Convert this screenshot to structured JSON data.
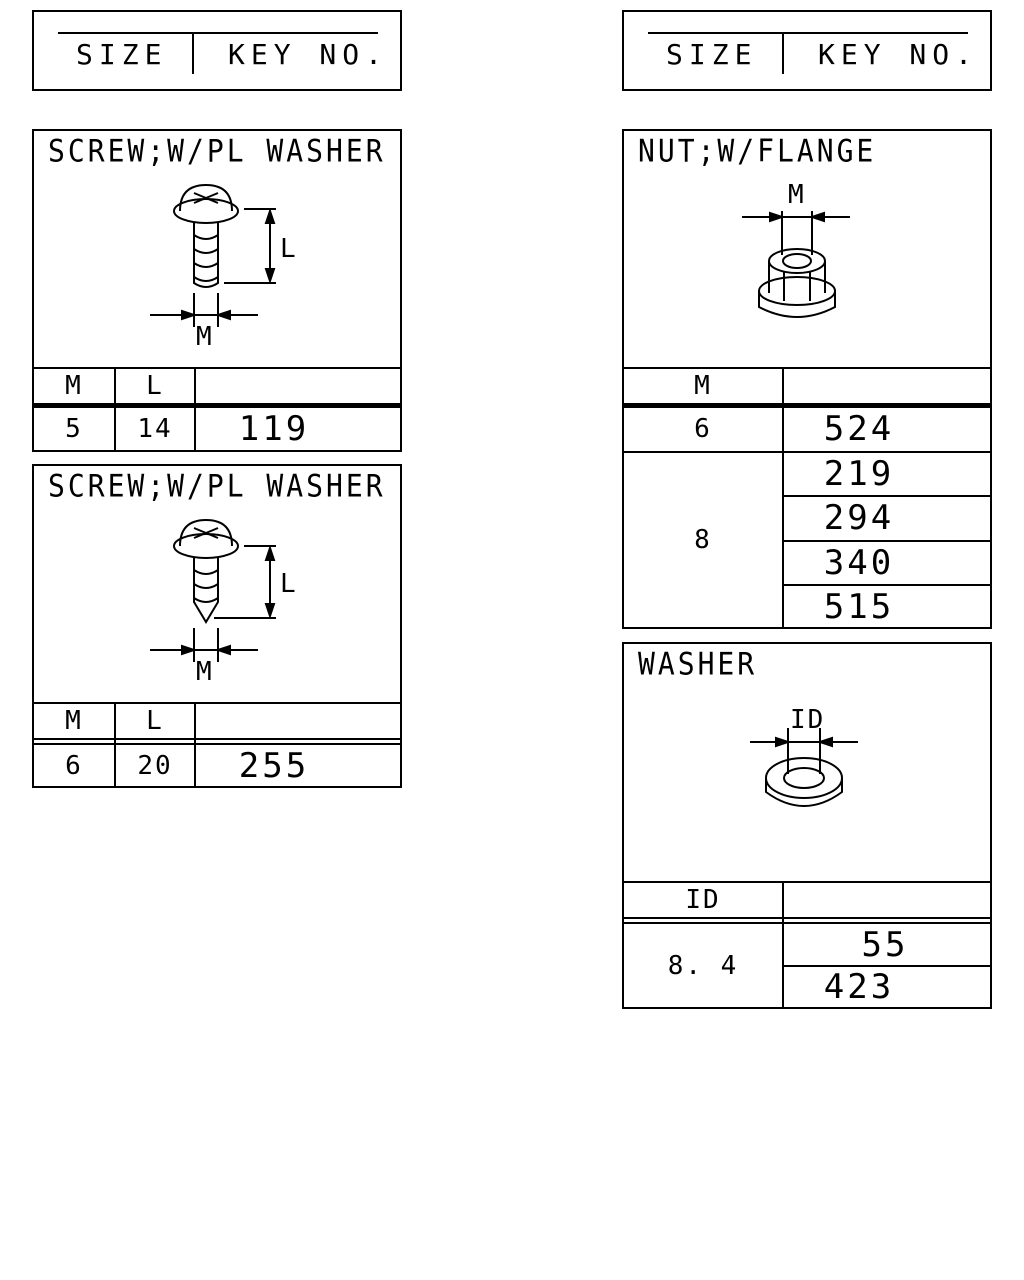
{
  "header_left": {
    "size_label": "SIZE",
    "key_label": "KEY NO."
  },
  "header_right": {
    "size_label": "SIZE",
    "key_label": "KEY NO."
  },
  "screw1": {
    "title": "SCREW;W/PL WASHER",
    "dim_l": "L",
    "dim_m": "M",
    "col_m": "M",
    "col_l": "L",
    "rows": [
      {
        "m": "5",
        "l": "14",
        "key": "119"
      }
    ]
  },
  "screw2": {
    "title": "SCREW;W/PL WASHER",
    "dim_l": "L",
    "dim_m": "M",
    "col_m": "M",
    "col_l": "L",
    "rows": [
      {
        "m": "6",
        "l": "20",
        "key": "255"
      }
    ]
  },
  "nut": {
    "title": "NUT;W/FLANGE",
    "dim_m": "M",
    "col_m": "M",
    "groups": [
      {
        "m": "6",
        "keys": [
          "524"
        ]
      },
      {
        "m": "8",
        "keys": [
          "219",
          "294",
          "340",
          "515"
        ]
      }
    ]
  },
  "washer": {
    "title": "WASHER",
    "dim_id": "ID",
    "col_id": "ID",
    "groups": [
      {
        "id": "8. 4",
        "keys": [
          "55",
          "423"
        ]
      }
    ]
  }
}
